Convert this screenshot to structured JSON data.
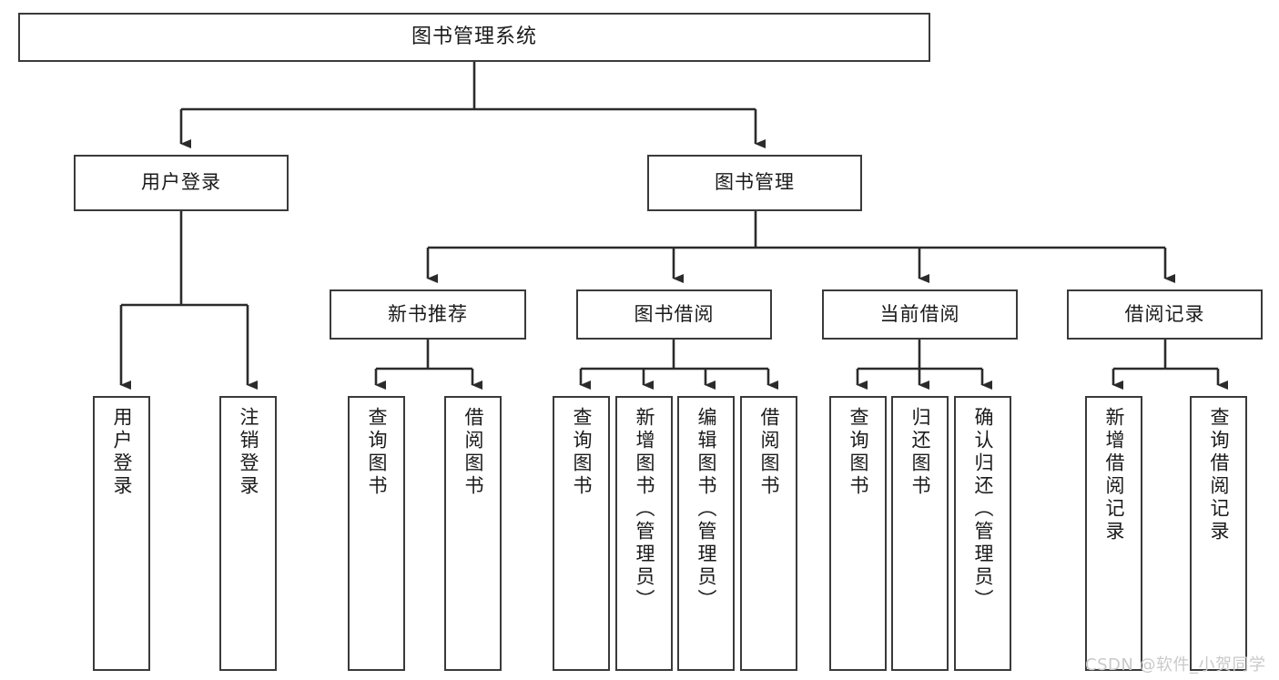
{
  "diagram": {
    "type": "tree",
    "title": "图书管理系统",
    "orientation": "top-down",
    "colors": {
      "box_border": "#3a3a3a",
      "box_fill": "#ffffff",
      "connector": "#2b2b2b",
      "text": "#1a1a1a",
      "watermark": "#c9c9c9"
    },
    "root": {
      "label": "图书管理系统"
    },
    "level2": [
      {
        "label": "用户登录"
      },
      {
        "label": "图书管理"
      }
    ],
    "level3": [
      {
        "label": "新书推荐"
      },
      {
        "label": "图书借阅"
      },
      {
        "label": "当前借阅"
      },
      {
        "label": "借阅记录"
      }
    ],
    "leaves_user_login": [
      {
        "label": "用户登录"
      },
      {
        "label": "注销登录"
      }
    ],
    "leaves_new_book": [
      {
        "label": "查询图书"
      },
      {
        "label": "借阅图书"
      }
    ],
    "leaves_borrow": [
      {
        "label": "查询图书"
      },
      {
        "label": "新增图书（管理员）"
      },
      {
        "label": "编辑图书（管理员）"
      },
      {
        "label": "借阅图书"
      }
    ],
    "leaves_current": [
      {
        "label": "查询图书"
      },
      {
        "label": "归还图书"
      },
      {
        "label": "确认归还（管理员）"
      }
    ],
    "leaves_record": [
      {
        "label": "新增借阅记录"
      },
      {
        "label": "查询借阅记录"
      }
    ]
  },
  "watermark": {
    "text": "CSDN @软件_小贺同学"
  }
}
